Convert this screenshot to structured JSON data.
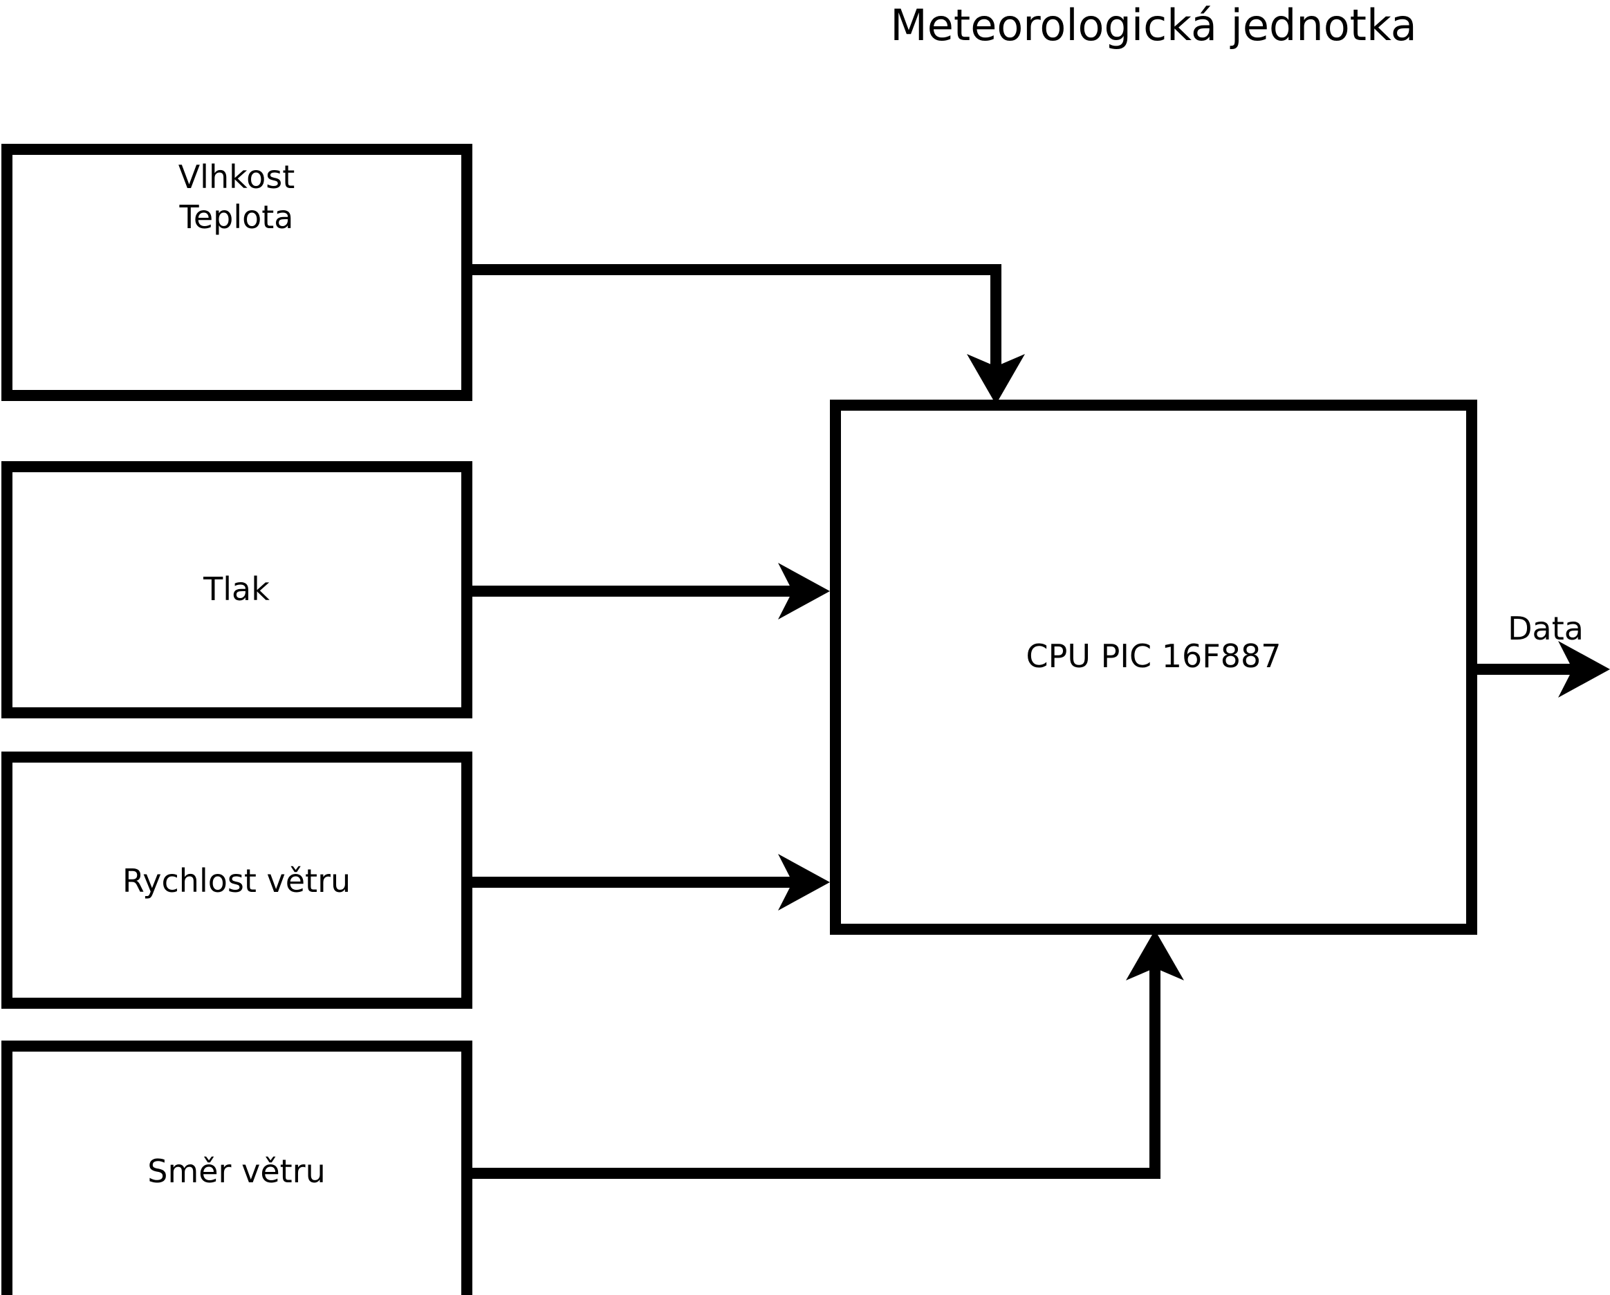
{
  "title": "Meteorologická jednotka",
  "blocks": [
    {
      "id": "sensor-humidity-temperature",
      "label_line1": "Vlhkost",
      "label_line2": "Teplota"
    },
    {
      "id": "sensor-pressure",
      "label_line1": "Tlak"
    },
    {
      "id": "sensor-wind-speed",
      "label_line1": "Rychlost větru"
    },
    {
      "id": "sensor-wind-direction",
      "label_line1": "Směr větru"
    },
    {
      "id": "cpu",
      "label_line1": "CPU PIC 16F887"
    }
  ],
  "edges": [
    {
      "id": "humidity-to-cpu",
      "from": "sensor-humidity-temperature",
      "to": "cpu",
      "label": ""
    },
    {
      "id": "pressure-to-cpu",
      "from": "sensor-pressure",
      "to": "cpu",
      "label": ""
    },
    {
      "id": "wind-speed-to-cpu",
      "from": "sensor-wind-speed",
      "to": "cpu",
      "label": ""
    },
    {
      "id": "wind-direction-to-cpu",
      "from": "sensor-wind-direction",
      "to": "cpu",
      "label": ""
    },
    {
      "id": "cpu-data-out",
      "from": "cpu",
      "to": "",
      "label": "Data"
    }
  ],
  "colors": {
    "background": "#ffffff",
    "stroke": "#000000",
    "fill": "#ffffff",
    "text": "#000000"
  }
}
